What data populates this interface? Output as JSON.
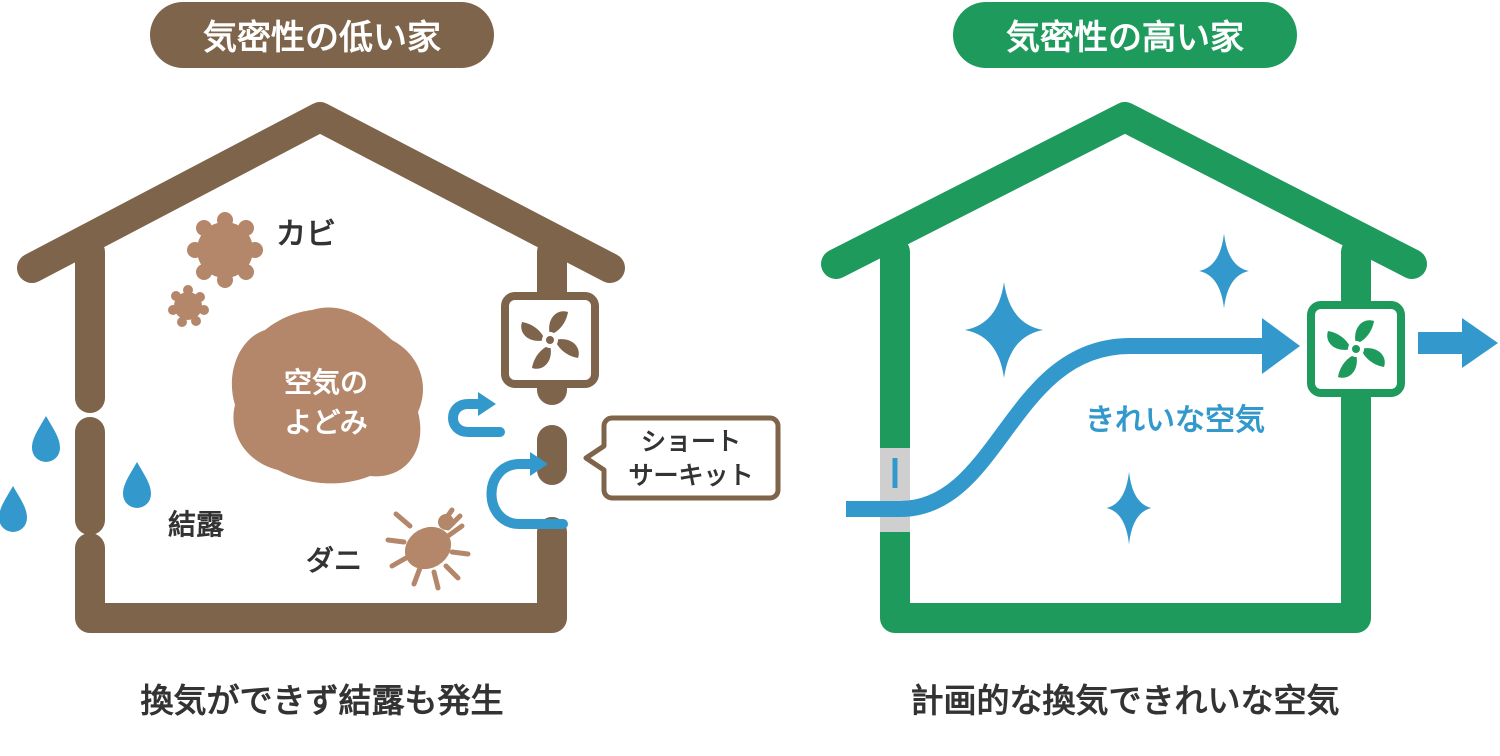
{
  "colors": {
    "brown": "#7e644b",
    "green": "#1e9a5c",
    "blue": "#3399cc",
    "mold": "#b4876a",
    "text": "#333333",
    "gray": "#cfcfcf"
  },
  "left_panel": {
    "badge": "気密性の低い家",
    "mold_label": "カビ",
    "stagnant_air_line1": "空気の",
    "stagnant_air_line2": "よどみ",
    "condensation_label": "結露",
    "mites_label": "ダニ",
    "short_circuit_line1": "ショート",
    "short_circuit_line2": "サーキット",
    "caption": "換気ができず結露も発生"
  },
  "right_panel": {
    "badge": "気密性の高い家",
    "clean_air_label": "きれいな空気",
    "caption": "計画的な換気できれいな空気"
  },
  "icons": {
    "fan": "fan-icon",
    "water_drop": "water-drop-icon",
    "sparkle": "sparkle-icon",
    "mold": "mold-icon",
    "mite": "mite-icon",
    "arrow": "arrow-icon"
  }
}
